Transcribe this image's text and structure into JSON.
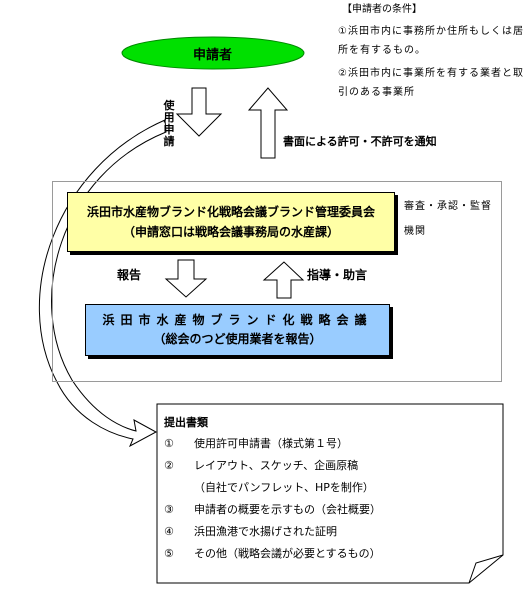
{
  "applicant": {
    "label": "申請者"
  },
  "conditions": {
    "title": "【申請者の条件】",
    "items": [
      "①浜田市内に事務所か住所もしくは居所を有するもの。",
      "②浜田市内に事業所を有する業者と取引のある事業所"
    ]
  },
  "flow": {
    "apply_label": "使用申請",
    "notify_label": "書面による許可・不許可を通知",
    "report_label": "報告",
    "guidance_label": "指導・助言"
  },
  "committee": {
    "title": "浜田市水産物ブランド化戦略会議ブランド管理委員会",
    "subtitle": "（申請窓口は戦略会議事務局の水産課）",
    "role": "審査・承認・監督機関"
  },
  "council": {
    "title": "浜田市水産物ブランド化戦略会議",
    "subtitle": "（総会のつど使用業者を報告）"
  },
  "documents": {
    "title": "提出書類",
    "items": [
      {
        "num": "①",
        "text": "使用許可申請書（様式第１号）"
      },
      {
        "num": "②",
        "text": "レイアウト、スケッチ、企画原稿"
      },
      {
        "num": "",
        "text": "（自社でパンフレット、HPを制作）"
      },
      {
        "num": "③",
        "text": "申請者の概要を示すもの（会社概要）"
      },
      {
        "num": "④",
        "text": "浜田漁港で水揚げされた証明"
      },
      {
        "num": "⑤",
        "text": "その他（戦略会議が必要とするもの）"
      }
    ]
  },
  "colors": {
    "applicant_fill": "#00e000",
    "committee_fill": "#ffffa6",
    "council_fill": "#99ccff"
  }
}
